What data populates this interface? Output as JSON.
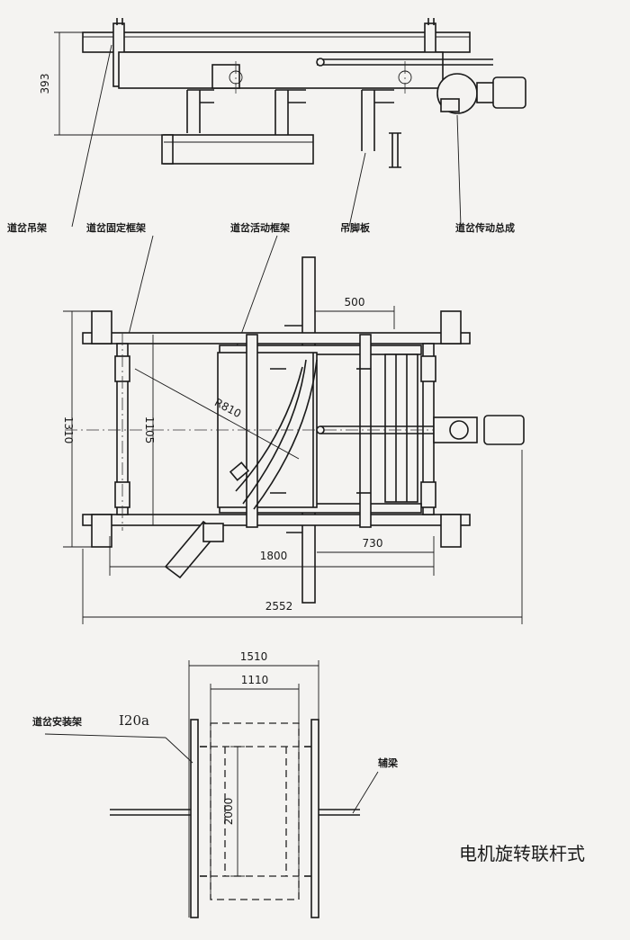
{
  "labels": {
    "switch_hanger": "道岔吊架",
    "switch_fixed_frame": "道岔固定框架",
    "switch_movable_frame": "道岔活动框架",
    "hanging_plate": "吊脚板",
    "switch_drive_assembly": "道岔传动总成",
    "mounting_frame": "道岔安装架",
    "beam_spec": "I20a",
    "aux_beam": "辅梁"
  },
  "dimensions": {
    "top_height": "393",
    "spacing_500": "500",
    "overall_width_plan": "1310",
    "inner_width_plan": "1105",
    "radius": "R810",
    "frame_length": "1800",
    "drive_offset": "730",
    "overall_length": "2552",
    "mount_outer": "1510",
    "mount_inner": "1110",
    "mount_length": "2000"
  },
  "caption": "电机旋转联杆式"
}
